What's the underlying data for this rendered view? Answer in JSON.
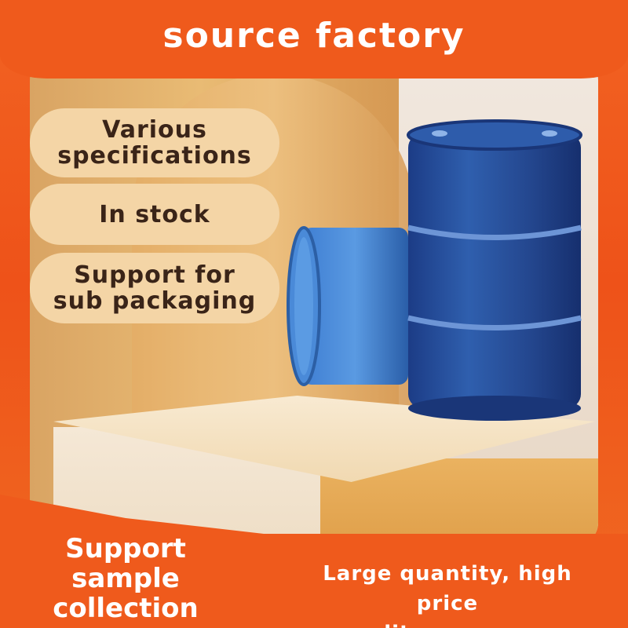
{
  "header": {
    "title": "source factory"
  },
  "features": [
    {
      "line1": "Various",
      "line2": "specifications"
    },
    {
      "line1": "In stock",
      "line2": ""
    },
    {
      "line1": "Support for",
      "line2": "sub packaging"
    }
  ],
  "footer": {
    "left_line1": "Support sample",
    "left_line2": "collection",
    "right_line1": "Large quantity, high price",
    "right_line2": "quality assurance"
  },
  "colors": {
    "accent": "#ef5a1c",
    "pill": "#f4d5a6",
    "drum": "#2f5fae"
  },
  "product": {
    "icon": "steel-drum-icon"
  }
}
